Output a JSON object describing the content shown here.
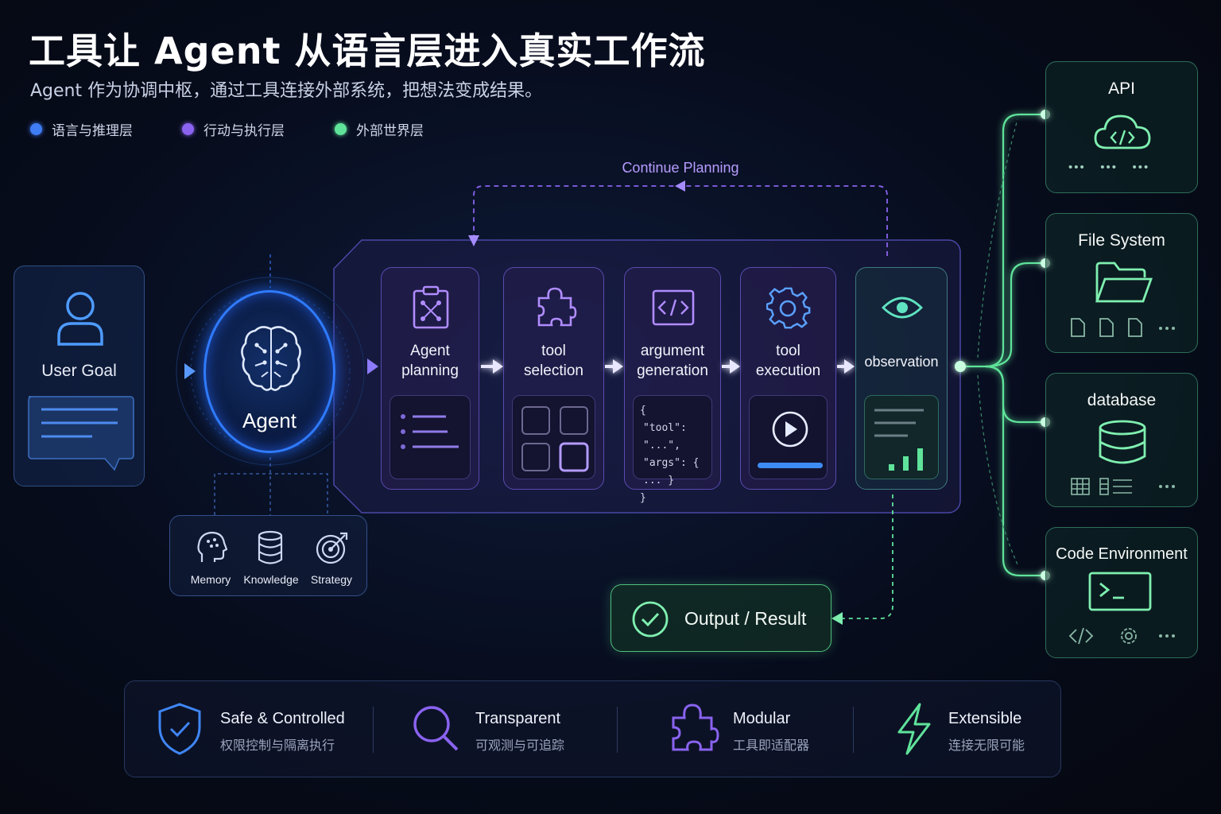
{
  "title": "工具让 Agent 从语言层进入真实工作流",
  "subtitle": "Agent 作为协调中枢，通过工具连接外部系统，把想法变成结果。",
  "legend": [
    {
      "label": "语言与推理层",
      "color": "#3f7df5"
    },
    {
      "label": "行动与执行层",
      "color": "#8a63f0"
    },
    {
      "label": "外部世界层",
      "color": "#5fe39a"
    }
  ],
  "user_goal": {
    "label": "User Goal"
  },
  "agent": {
    "label": "Agent"
  },
  "agent_support": [
    {
      "label": "Memory",
      "icon": "memory-head-icon"
    },
    {
      "label": "Knowledge",
      "icon": "database-icon"
    },
    {
      "label": "Strategy",
      "icon": "target-icon"
    }
  ],
  "loop": {
    "label": "Continue Planning"
  },
  "steps": [
    {
      "label_line1": "Agent",
      "label_line2": "planning",
      "icon": "clipboard-icon"
    },
    {
      "label_line1": "tool",
      "label_line2": "selection",
      "icon": "puzzle-icon"
    },
    {
      "label_line1": "argument",
      "label_line2": "generation",
      "icon": "code-window-icon",
      "code": [
        "{",
        "\"tool\": \"...\",",
        "\"args\": { ... }",
        "}"
      ]
    },
    {
      "label_line1": "tool",
      "label_line2": "execution",
      "icon": "gear-icon"
    },
    {
      "label_line1": "observation",
      "label_line2": "",
      "icon": "eye-icon"
    }
  ],
  "output": {
    "label": "Output / Result"
  },
  "external": [
    {
      "label": "API",
      "icon": "cloud-code-icon"
    },
    {
      "label": "File System",
      "icon": "folder-icon"
    },
    {
      "label": "database",
      "icon": "database-icon"
    },
    {
      "label": "Code Environment",
      "icon": "terminal-icon"
    }
  ],
  "features": [
    {
      "title": "Safe & Controlled",
      "subtitle": "权限控制与隔离执行",
      "icon": "shield-check-icon",
      "color": "#3f86f5"
    },
    {
      "title": "Transparent",
      "subtitle": "可观测与可追踪",
      "icon": "magnifier-icon",
      "color": "#8a63f0"
    },
    {
      "title": "Modular",
      "subtitle": "工具即适配器",
      "icon": "puzzle-icon",
      "color": "#8a63f0"
    },
    {
      "title": "Extensible",
      "subtitle": "连接无限可能",
      "icon": "lightning-icon",
      "color": "#5fe39a"
    }
  ]
}
